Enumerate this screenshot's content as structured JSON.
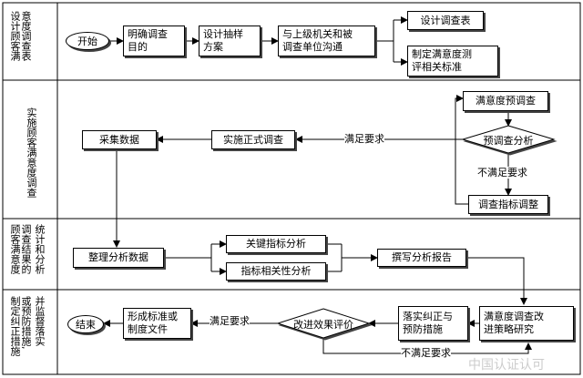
{
  "stages": [
    {
      "line1": "意度调查表",
      "line2": "设计顾客满"
    },
    {
      "line1": "实施顾客满意度调查",
      "line2": ""
    },
    {
      "line1": "统计和分析",
      "line2": "调查结果的",
      "line3": "顾客满意度"
    },
    {
      "line1": "并监督落实",
      "line2": "或预防措施,",
      "line3": "制定纠正措施"
    }
  ],
  "nodes": {
    "start": "开始",
    "clarify_purpose": "明确调查\n目的",
    "design_sampling": "设计抽样\n方案",
    "communicate": "与上级机关和被\n调查单位沟通",
    "design_form": "设计调查表",
    "set_criteria": "制定满意度测\n评相关标准",
    "pre_survey": "满意度预调查",
    "pre_analysis": "预调查分析",
    "formal_survey": "实施正式调查",
    "collect_data": "采集数据",
    "adjust_indicators": "调查指标调整",
    "organize_analyze": "整理分析数据",
    "key_indicator": "关键指标分析",
    "correlation": "指标相关性分析",
    "write_report": "撰写分析报告",
    "improve_strategy": "满意度调查改\n进策略研究",
    "implement_measures": "落实纠正与\n预防措施",
    "evaluate": "改进效果评价",
    "standardize": "形成标准或\n制度文件",
    "end": "结束"
  },
  "edge_labels": {
    "meets_1": "满足要求",
    "fails_1": "不满足要求",
    "meets_2": "满足要求",
    "fails_2": "不满足要求"
  },
  "watermark": "中国认证认可"
}
